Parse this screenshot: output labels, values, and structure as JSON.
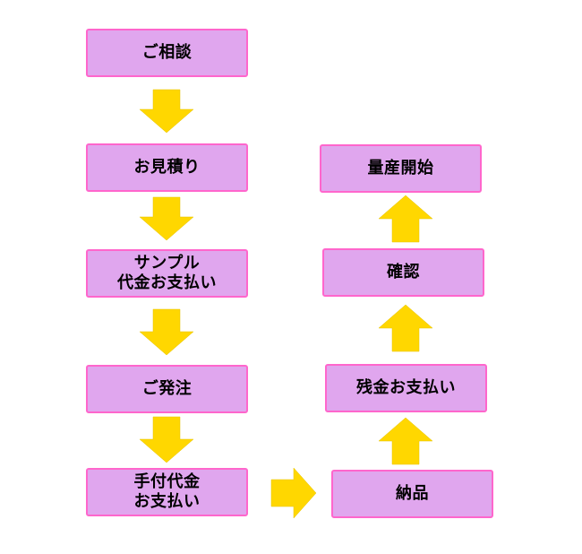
{
  "steps": {
    "consultation": "ご相談",
    "estimate": "お見積り",
    "sample_payment": "サンプル\n代金お支払い",
    "order": "ご発注",
    "deposit_payment": "手付代金\nお支払い",
    "delivery": "納品",
    "balance_payment": "残金お支払い",
    "confirmation": "確認",
    "mass_production": "量産開始"
  },
  "colors": {
    "box_fill": "#e0a6ee",
    "box_border": "#ff66cc",
    "arrow_fill": "#ffd700"
  }
}
